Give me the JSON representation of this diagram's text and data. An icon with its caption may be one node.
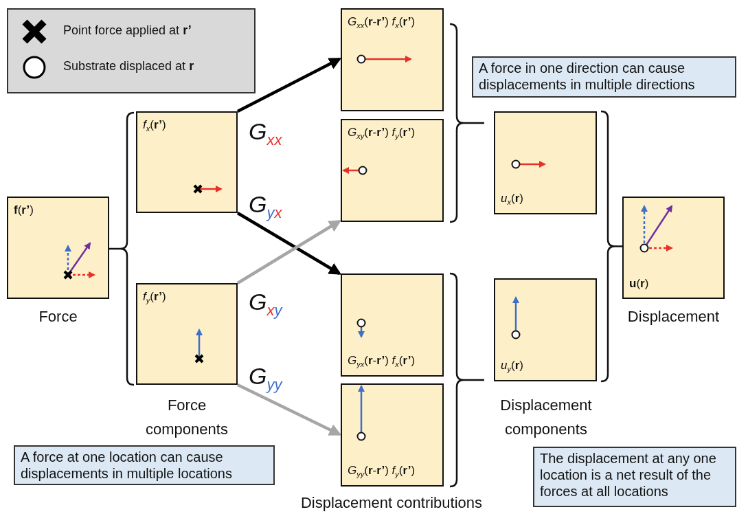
{
  "diagram": {
    "nodes": [
      {
        "text": [
          "**f**(**r’**)"
        ],
        "beside": [
          "Force"
        ]
      },
      {
        "text": [
          "*f*$_{x}$(**r’**)"
        ]
      },
      {
        "text": [
          "*f*$_{y}$(**r’**)"
        ]
      },
      {
        "text": [
          "*G*$_{xx}$(**r**-**r’**) *f*$_{x}$(**r’**)"
        ]
      },
      {
        "text": [
          "*G*$_{xy}$(**r**-**r’**) *f*$_{y}$(**r’**)"
        ]
      },
      {
        "text": [
          "*G*$_{yx}$(**r**-**r’**) *f*$_{x}$(**r’**)"
        ]
      },
      {
        "text": [
          "*G*$_{yy}$(**r**-**r’**) *f*$_{y}$(**r’**)"
        ]
      },
      {
        "text": [
          "*u*$_{x}$(**r**)"
        ]
      },
      {
        "text": [
          "*u*$_{y}$(**r**)"
        ]
      },
      {
        "text": [
          "**u**(**r**)"
        ],
        "beside": [
          "Displacement"
        ]
      },
      {
        "text": [
          "A force in one direction can cause displacements in multiple directions"
        ]
      },
      {
        "text": [
          "A force at one location can cause displacements in multiple locations"
        ]
      },
      {
        "text": [
          "The displacement at any one location is a net result of the forces at all locations"
        ]
      }
    ],
    "edges": [
      {
        "from": 1,
        "to": 3,
        "arrow": "to",
        "label": "*G*$_{xx}$"
      },
      {
        "from": 1,
        "to": 5,
        "arrow": "to",
        "label": "*G*$_{yx}$"
      },
      {
        "from": 2,
        "to": 4,
        "arrow": "to",
        "label": "*G*$_{xy}$",
        "color": "#a6a6a6"
      },
      {
        "from": 2,
        "to": 6,
        "arrow": "to",
        "label": "*G*$_{yy}$",
        "color": "#a6a6a6"
      }
    ],
    "labels": [
      "Force components",
      "Displacement contributions",
      "Displacement components"
    ],
    "legend": [
      {
        "text": "Point force applied at **r’**"
      },
      {
        "text": "Substrate displaced at **r**"
      }
    ]
  }
}
